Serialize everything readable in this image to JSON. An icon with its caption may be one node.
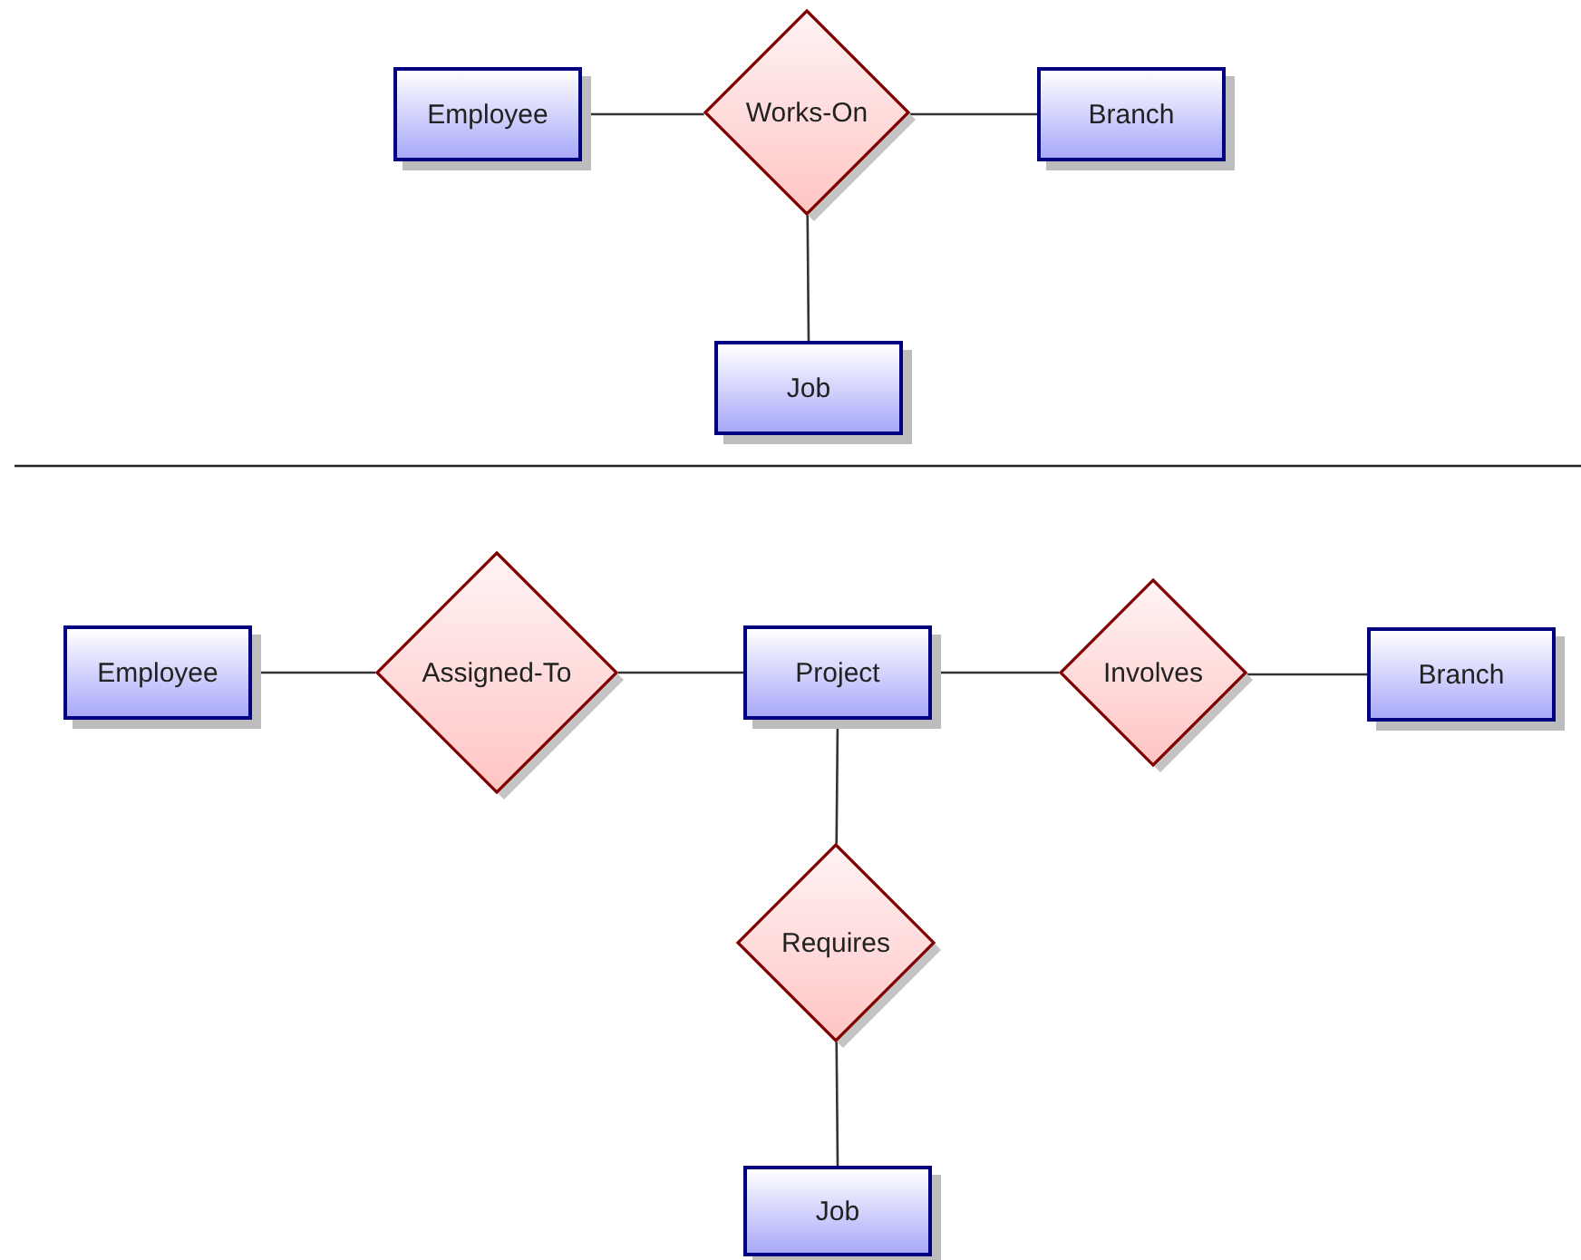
{
  "diagram": {
    "nodes": [
      {
        "text": [
          "Employee"
        ]
      },
      {
        "text": [
          "Works-On"
        ]
      },
      {
        "text": [
          "Branch"
        ]
      },
      {
        "text": [
          "Job"
        ]
      },
      {
        "text": [
          "Employee"
        ]
      },
      {
        "text": [
          "Assigned-To"
        ]
      },
      {
        "text": [
          "Project"
        ]
      },
      {
        "text": [
          "Involves"
        ]
      },
      {
        "text": [
          "Branch"
        ]
      },
      {
        "text": [
          "Requires"
        ]
      },
      {
        "text": [
          "Job"
        ]
      }
    ],
    "edges": [
      {
        "from": 0,
        "to": 1,
        "arrow": "none"
      },
      {
        "from": 1,
        "to": 2,
        "arrow": "none"
      },
      {
        "from": 1,
        "to": 3,
        "arrow": "none"
      },
      {
        "from": 4,
        "to": 5,
        "arrow": "none"
      },
      {
        "from": 5,
        "to": 6,
        "arrow": "none"
      },
      {
        "from": 6,
        "to": 7,
        "arrow": "none"
      },
      {
        "from": 7,
        "to": 8,
        "arrow": "none"
      },
      {
        "from": 6,
        "to": 9,
        "arrow": "none"
      },
      {
        "from": 9,
        "to": 10,
        "arrow": "none"
      }
    ]
  }
}
